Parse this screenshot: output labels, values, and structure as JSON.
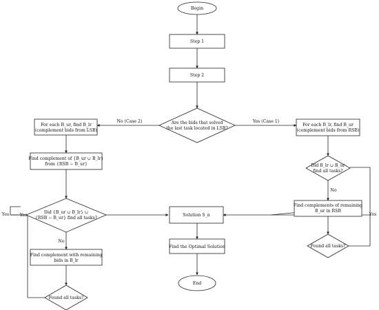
{
  "nodes": {
    "begin": "Begin",
    "step1": "Step 1",
    "step2": "Step 2",
    "decision_lsb": [
      "Are the bids that solved",
      "the last task located in LSB?"
    ],
    "left_find_bu": [
      "For each B_ur, find B_lr",
      "(complement bids from LSB)"
    ],
    "right_find_bur": [
      "For each B_lr, find B_ur",
      "(complement bids from RSB)"
    ],
    "complement_rsb": [
      "Find complement of {B_ur ∪ B_lr}",
      "from {RSB − B_ur}"
    ],
    "did_blr_bur": [
      "Did B_lr ∪ B_ur",
      "find all tasks?"
    ],
    "did_left": [
      "Did {B_ur ∪ B_lr} ∪",
      "{RSB − B_ur} find all tasks?"
    ],
    "solution": "Solution S_n",
    "find_complements_remaining": [
      "Find complements of remaining",
      "B_ur in RSB"
    ],
    "optimal": "Find the Optimal Solution",
    "complement_remaining_bids": [
      "Find complement with remaining",
      "bids in B_lr"
    ],
    "found_all_right": "Found all tasks?",
    "end": "End",
    "found_all_left": "Found all tasks?"
  },
  "edges": {
    "no_case2": "No (Case 2)",
    "yes_case1": "Yes (Case 1)",
    "no_right": "No",
    "no_left": "No",
    "yes_left_outer": "Yes",
    "yes_left_inner": "Yes",
    "yes_right": "Yes"
  }
}
